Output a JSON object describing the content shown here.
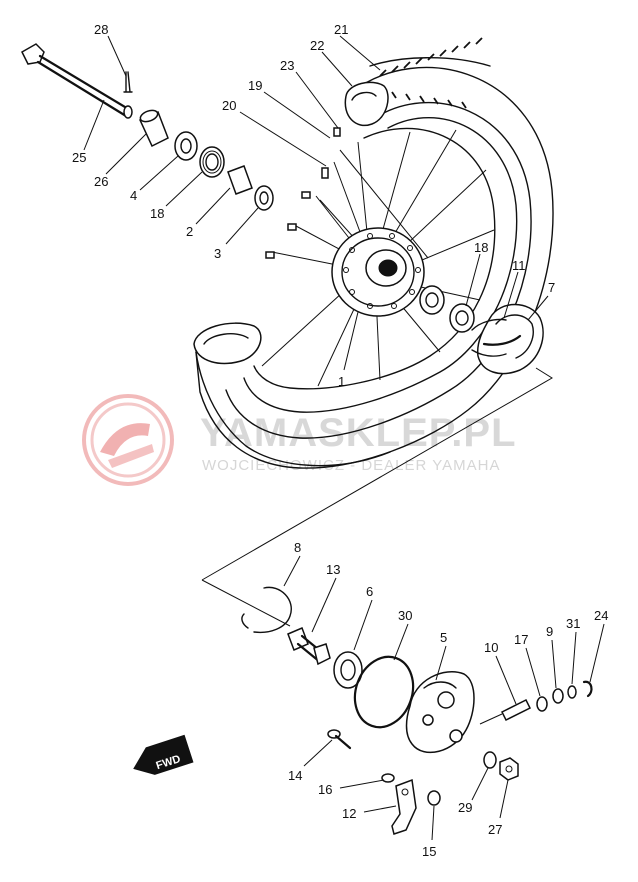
{
  "watermark": {
    "brand": "YAMASKLEP.PL",
    "tagline": "WOJCIECHOWICZ - DEALER YAMAHA",
    "color": "#e33b3b"
  },
  "direction_arrow": {
    "label": "FWD"
  },
  "callouts": [
    {
      "id": "c28",
      "text": "28"
    },
    {
      "id": "c21",
      "text": "21"
    },
    {
      "id": "c22",
      "text": "22"
    },
    {
      "id": "c23",
      "text": "23"
    },
    {
      "id": "c19a",
      "text": "19"
    },
    {
      "id": "c20",
      "text": "20"
    },
    {
      "id": "c25",
      "text": "25"
    },
    {
      "id": "c26",
      "text": "26"
    },
    {
      "id": "c4",
      "text": "4"
    },
    {
      "id": "c18a",
      "text": "18"
    },
    {
      "id": "c2",
      "text": "2"
    },
    {
      "id": "c3",
      "text": "3"
    },
    {
      "id": "c18b",
      "text": "18"
    },
    {
      "id": "c11",
      "text": "11"
    },
    {
      "id": "c7",
      "text": "7"
    },
    {
      "id": "c1",
      "text": "1"
    },
    {
      "id": "c8",
      "text": "8"
    },
    {
      "id": "c13",
      "text": "13"
    },
    {
      "id": "c6",
      "text": "6"
    },
    {
      "id": "c30",
      "text": "30"
    },
    {
      "id": "c5",
      "text": "5"
    },
    {
      "id": "c10",
      "text": "10"
    },
    {
      "id": "c17",
      "text": "17"
    },
    {
      "id": "c9",
      "text": "9"
    },
    {
      "id": "c31",
      "text": "31"
    },
    {
      "id": "c24",
      "text": "24"
    },
    {
      "id": "c14",
      "text": "14"
    },
    {
      "id": "c16",
      "text": "16"
    },
    {
      "id": "c12",
      "text": "12"
    },
    {
      "id": "c15",
      "text": "15"
    },
    {
      "id": "c29",
      "text": "29"
    },
    {
      "id": "c27",
      "text": "27"
    }
  ]
}
